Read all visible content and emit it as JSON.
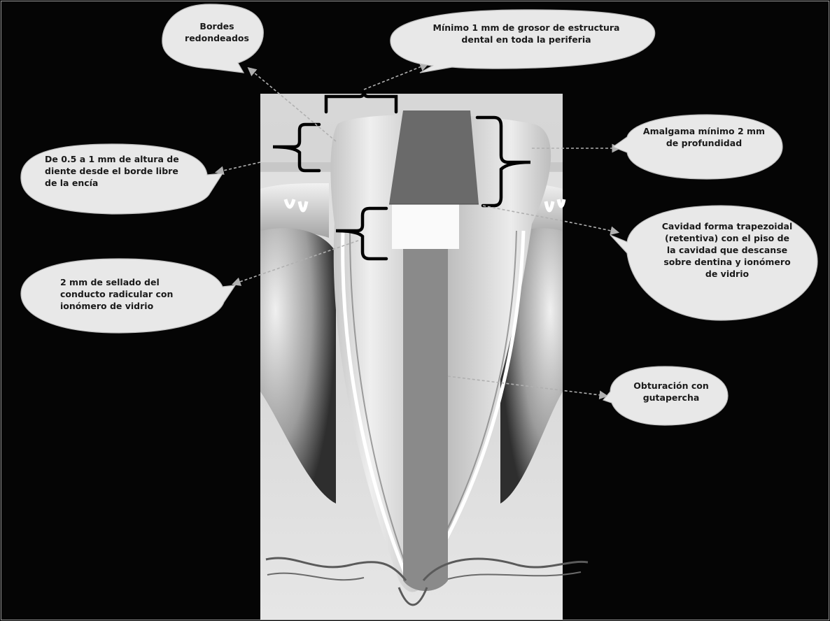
{
  "callouts": {
    "bordes": "Bordes redondeados",
    "minimo_grosor": "Mínimo 1 mm de grosor de estructura dental en toda la periferia",
    "altura_diente": "De 0.5 a 1 mm de altura de diente desde el borde libre de la encía",
    "amalgama": "Amalgama mínimo 2 mm de profundidad",
    "cavidad": "Cavidad forma trapezoidal (retentiva) con el piso de la cavidad que descanse sobre dentina y ionómero de vidrio",
    "sellado": "2 mm de sellado del conducto radicular con ionómero de vidrio",
    "obturacion": "Obturación con gutapercha"
  },
  "colors": {
    "background": "#050505",
    "bubble": "#e8e8e8",
    "amalgam": "#6a6a6a",
    "glass_ionomer": "#fafafa",
    "gutta_percha": "#8a8a8a",
    "bracket": "#000000",
    "arrow": "#b0b0b0"
  }
}
